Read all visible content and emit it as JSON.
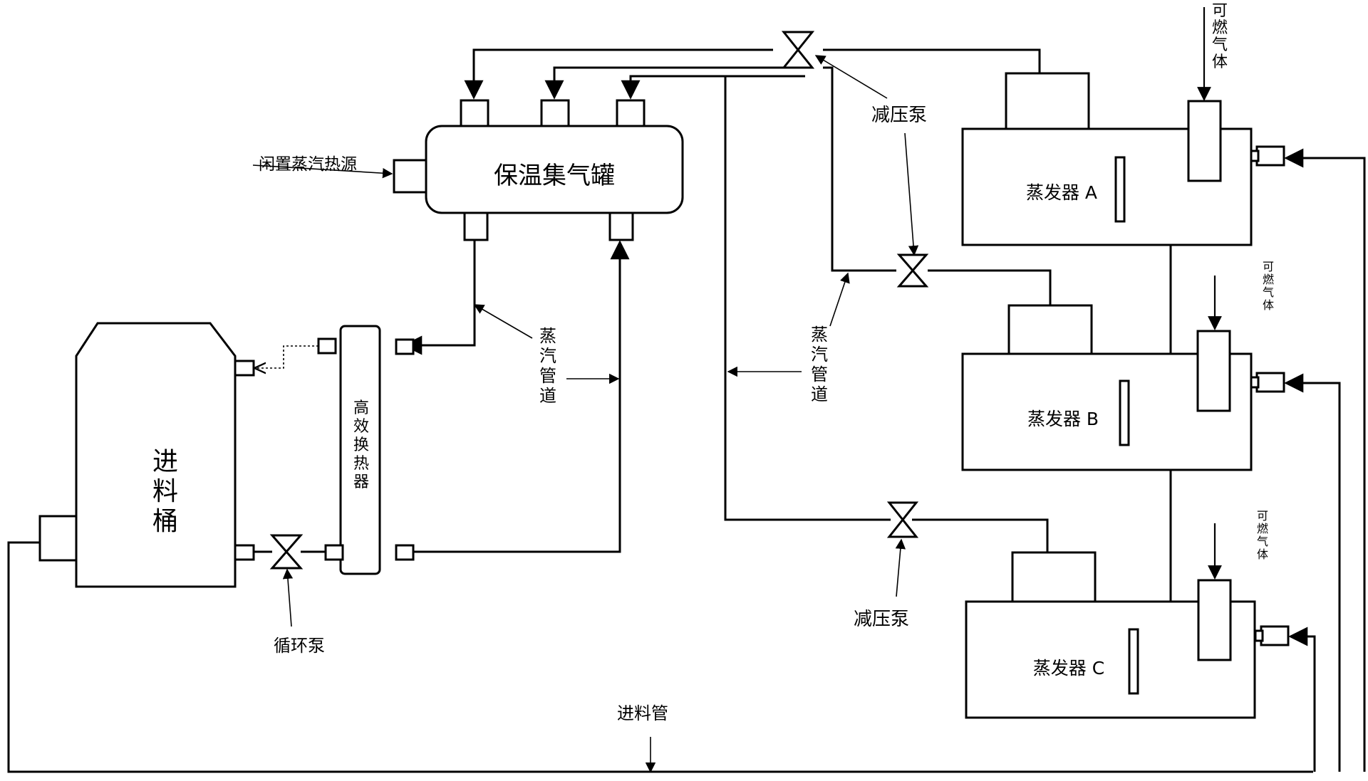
{
  "labels": {
    "tank": "保温集气罐",
    "idle_steam_source": "闲置蒸汽热源",
    "feed_bucket": [
      "进",
      "料",
      "桶"
    ],
    "heat_exchanger": [
      "高",
      "效",
      "换",
      "热",
      "器"
    ],
    "circulation_pump": "循环泵",
    "steam_pipe_left": [
      "蒸",
      "汽",
      "管",
      "道"
    ],
    "steam_pipe_right": [
      "蒸",
      "汽",
      "管",
      "道"
    ],
    "pressure_pump_top": "减压泵",
    "pressure_pump_bottom": "减压泵",
    "evaporator_a": "蒸发器 A",
    "evaporator_b": "蒸发器 B",
    "evaporator_c": "蒸发器 C",
    "combustible_gas_a": [
      "可",
      "燃",
      "气",
      "体"
    ],
    "combustible_gas_b": [
      "可",
      "燃",
      "气",
      "体"
    ],
    "combustible_gas_c": [
      "可",
      "燃",
      "气",
      "体"
    ],
    "feed_pipe": "进料管"
  }
}
